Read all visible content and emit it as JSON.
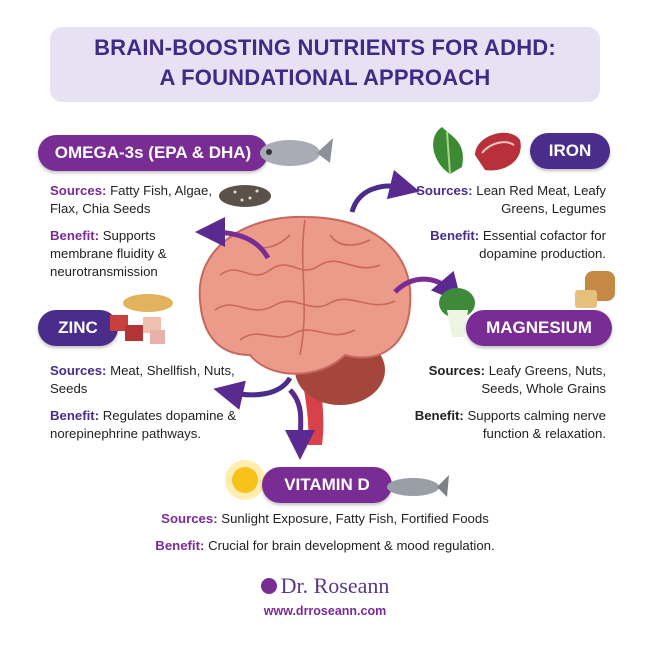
{
  "title": {
    "line1": "BRAIN-BOOSTING NUTRIENTS FOR ADHD:",
    "line2": "A FOUNDATIONAL APPROACH"
  },
  "colors": {
    "title_bg": "#e7e2f3",
    "title_text": "#3d2b85",
    "magenta_pill": "#7a2c95",
    "indigo_pill": "#4a2c8b",
    "brain": "#ec9a8a"
  },
  "nutrients": [
    {
      "name": "OMEGA-3s (EPA & DHA)",
      "sources_label": "Sources:",
      "sources": "Fatty Fish, Algae, Flax, Chia Seeds",
      "benefit_label": "Benefit:",
      "benefit": "Supports membrane fluidity & neurotransmission",
      "icons": [
        "fish-icon",
        "chia-seeds-icon"
      ]
    },
    {
      "name": "IRON",
      "sources_label": "Sources:",
      "sources": "Lean Red Meat, Leafy Greens, Legumes",
      "benefit_label": "Benefit:",
      "benefit": "Essential cofactor for dopamine production.",
      "icons": [
        "spinach-icon",
        "steak-icon"
      ]
    },
    {
      "name": "ZINC",
      "sources_label": "Sources:",
      "sources": "Meat, Shellfish, Nuts, Seeds",
      "benefit_label": "Benefit:",
      "benefit": "Regulates dopamine & norepinephrine pathways.",
      "icons": [
        "peanuts-icon",
        "meat-cubes-icon"
      ]
    },
    {
      "name": "MAGNESIUM",
      "sources_label": "Sources:",
      "sources": "Leafy Greens, Nuts, Seeds, Whole Grains",
      "benefit_label": "Benefit:",
      "benefit": "Supports calming nerve function & relaxation.",
      "icons": [
        "bok-choy-icon",
        "bread-icon"
      ]
    },
    {
      "name": "VITAMIN D",
      "sources_label": "Sources:",
      "sources": "Sunlight Exposure, Fatty Fish, Fortified Foods",
      "benefit_label": "Benefit:",
      "benefit": "Crucial for brain development & mood regulation.",
      "icons": [
        "sun-icon",
        "salmon-icon"
      ]
    }
  ],
  "footer": {
    "brand": "Dr. Roseann",
    "url": "www.drroseann.com"
  }
}
